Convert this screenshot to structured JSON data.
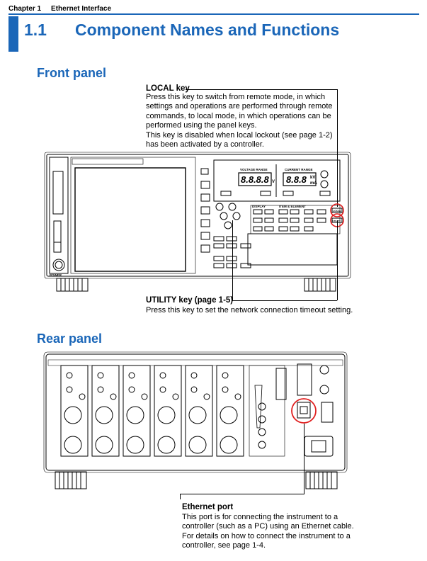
{
  "header": {
    "chapter_label": "Chapter 1",
    "chapter_title": "Ethernet Interface",
    "section_number": "1.1",
    "section_title": "Component Names and Functions"
  },
  "front_panel": {
    "heading": "Front panel",
    "local_key": {
      "title": "LOCAL key",
      "lines": [
        "Press this key to switch from remote mode, in which",
        "settings and operations are performed through remote",
        "commands, to local mode, in which operations can be",
        "performed using the panel keys.",
        "This key is disabled when local lockout (see page 1-2)",
        "has been activated by a controller."
      ]
    },
    "utility_key": {
      "title": "UTILITY key (page 1-5)",
      "text": "Press this key to set the network connection timeout setting."
    },
    "panel_labels": {
      "voltage_range": "VOLTAGE RANGE",
      "current_range": "CURRENT RANGE",
      "voltage_display": "8.8.8.8",
      "voltage_unit": "V",
      "current_display": "8.8.8",
      "current_unit_top": "kV",
      "current_unit_bottom": "mA",
      "display": "DISPLAY",
      "item_element": "ITEM & ELEMENT",
      "local": "LOCAL",
      "utility": "UTILITY",
      "power": "POWER"
    }
  },
  "rear_panel": {
    "heading": "Rear panel",
    "ethernet_port": {
      "title": "Ethernet port",
      "lines": [
        "This port is for connecting the instrument to a",
        "controller (such as a PC) using an Ethernet cable.",
        "For details on how to connect the instrument to a",
        "controller, see page 1-4."
      ]
    }
  },
  "colors": {
    "accent": "#1a66b8",
    "highlight": "#e02020"
  }
}
